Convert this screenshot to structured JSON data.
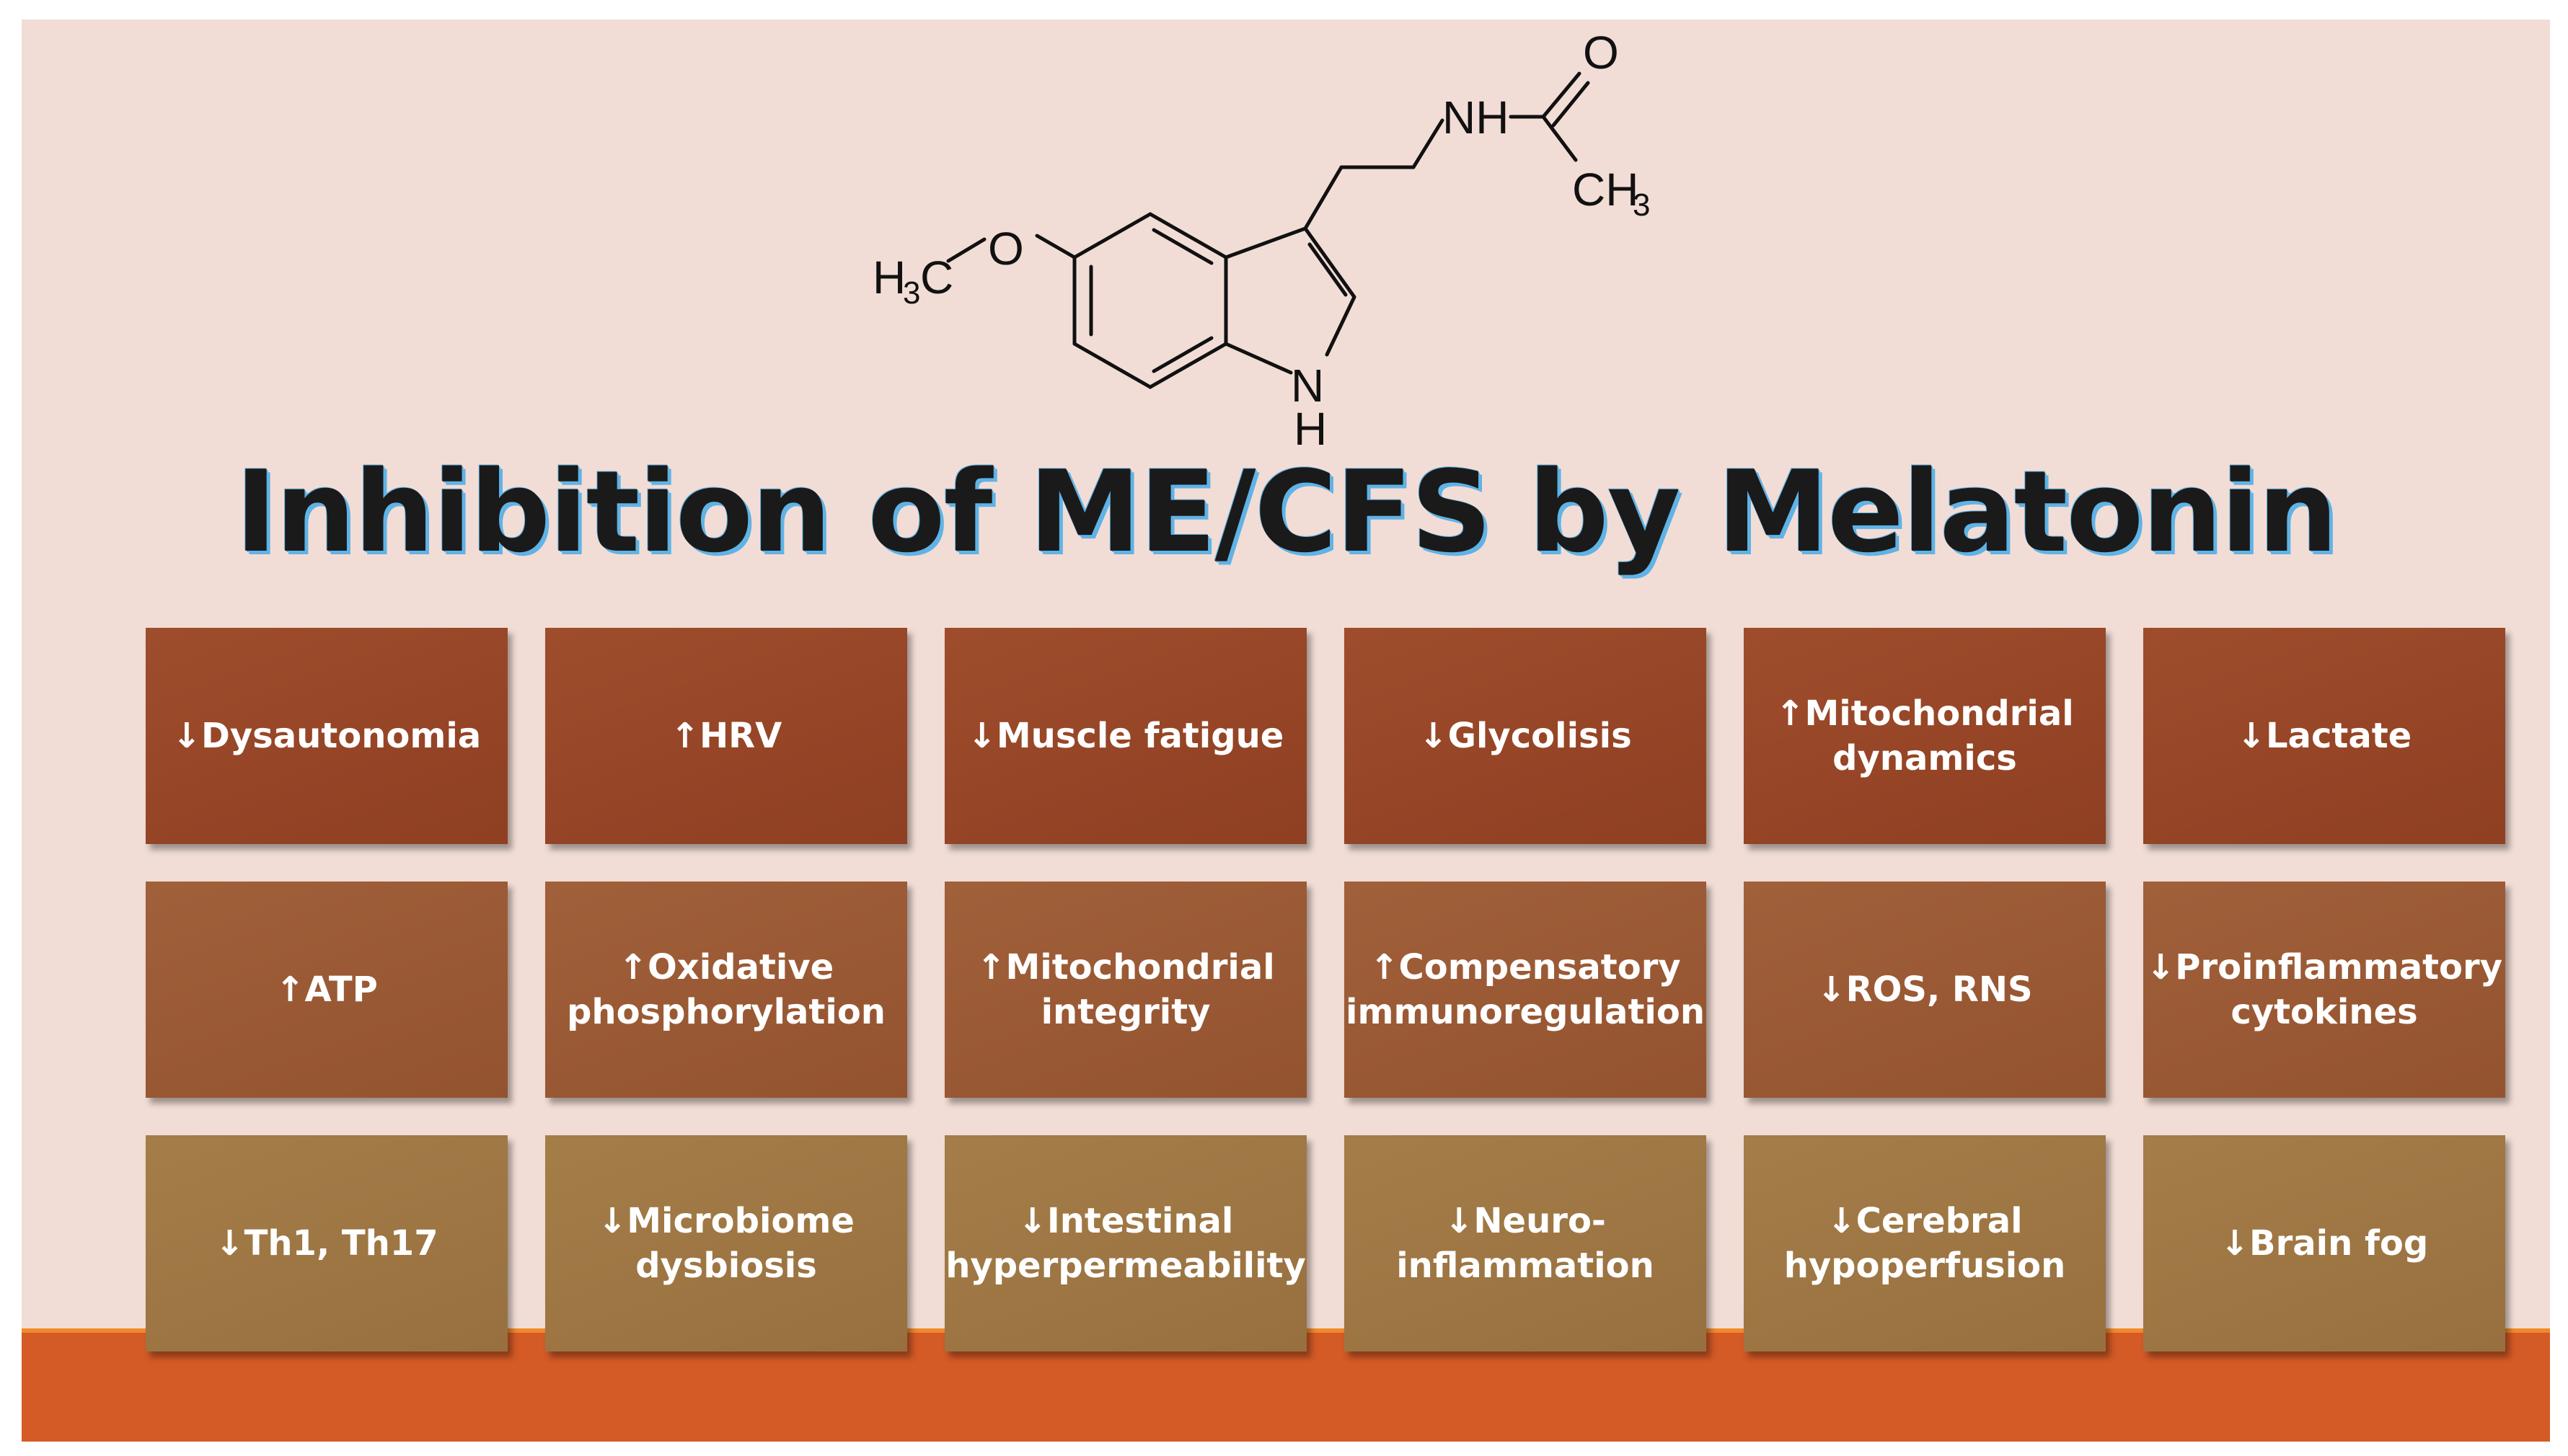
{
  "title": "Inhibition of ME/CFS by Melatonin",
  "molecule": {
    "labels": {
      "o_top": "O",
      "nh": "NH",
      "ch3_right": "CH",
      "ch3_right_sub": "3",
      "h3c": "H",
      "h3c_sub": "3",
      "h3c_c": "C",
      "o_left": "O",
      "n_ring": "N",
      "h_ring": "H"
    }
  },
  "tiles": [
    [
      "↓Dysautonomia",
      "↑HRV",
      "↓Muscle  fatigue",
      "↓Glycolisis",
      "↑Mitochondrial\ndynamics",
      "↓Lactate"
    ],
    [
      "↑ATP",
      "↑Oxidative\nphosphorylation",
      "↑Mitochondrial\nintegrity",
      "↑Compensatory\nimmunoregulation",
      "↓ROS, RNS",
      "↓Proinflammatory\ncytokines"
    ],
    [
      "↓Th1, Th17",
      "↓Microbiome\ndysbiosis",
      "↓Intestinal\nhyperpermeability",
      "↓Neuro-\ninflammation",
      "↓Cerebral\nhypoperfusion",
      "↓Brain   fog"
    ]
  ],
  "colors": {
    "slide_background": "#f2ddd6",
    "title_outline": "#5fb3e6",
    "bottom_bar": "#d45a26",
    "bottom_bar_edge": "#f08a2a",
    "tile_row_1": "#9a4829",
    "tile_row_2": "#9c5a35",
    "tile_row_3": "#a07744"
  }
}
